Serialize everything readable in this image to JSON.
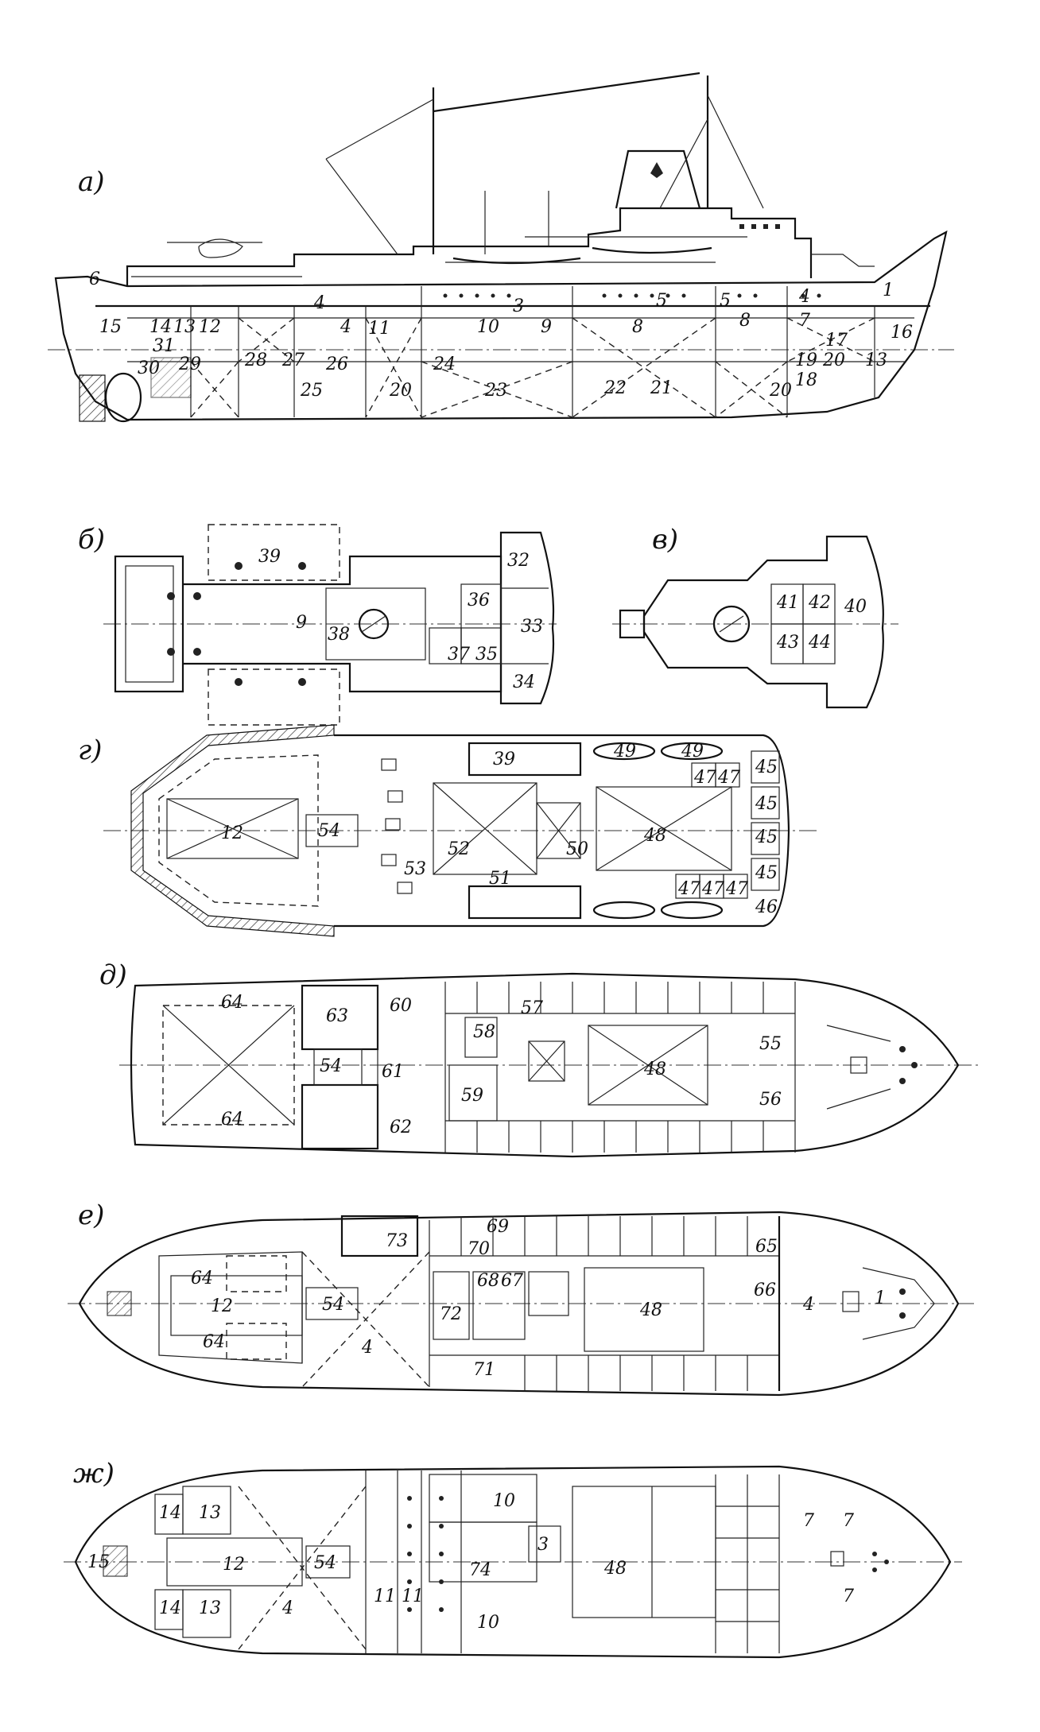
{
  "panels": [
    {
      "key": "a",
      "letter": "а)",
      "labels": [
        "6",
        "15",
        "14",
        "13",
        "12",
        "31",
        "30",
        "29",
        "28",
        "27",
        "26",
        "25",
        "4",
        "4",
        "11",
        "24",
        "20",
        "10",
        "3",
        "9",
        "23",
        "5",
        "5",
        "8",
        "22",
        "21",
        "8",
        "20",
        "19",
        "18",
        "7",
        "4",
        "17",
        "20",
        "1",
        "16",
        "13"
      ]
    },
    {
      "key": "b",
      "letter": "б)",
      "labels": [
        "39",
        "9",
        "38",
        "36",
        "37",
        "35",
        "32",
        "33",
        "34"
      ]
    },
    {
      "key": "v",
      "letter": "в)",
      "labels": [
        "41",
        "42",
        "43",
        "44",
        "40"
      ]
    },
    {
      "key": "g",
      "letter": "г)",
      "labels": [
        "12",
        "54",
        "39",
        "53",
        "52",
        "51",
        "50",
        "48",
        "49",
        "49",
        "47",
        "47",
        "47",
        "47",
        "47",
        "45",
        "45",
        "45",
        "45",
        "46"
      ]
    },
    {
      "key": "d",
      "letter": "д)",
      "labels": [
        "64",
        "64",
        "63",
        "54",
        "60",
        "61",
        "62",
        "58",
        "57",
        "59",
        "48",
        "55",
        "56"
      ]
    },
    {
      "key": "e",
      "letter": "е)",
      "labels": [
        "64",
        "12",
        "64",
        "54",
        "4",
        "73",
        "69",
        "70",
        "68",
        "67",
        "72",
        "71",
        "48",
        "65",
        "66",
        "4",
        "1"
      ]
    },
    {
      "key": "zh",
      "letter": "ж)",
      "labels": [
        "15",
        "14",
        "13",
        "12",
        "14",
        "13",
        "4",
        "54",
        "11",
        "11",
        "10",
        "74",
        "3",
        "10",
        "48",
        "7",
        "7",
        "7"
      ]
    }
  ]
}
